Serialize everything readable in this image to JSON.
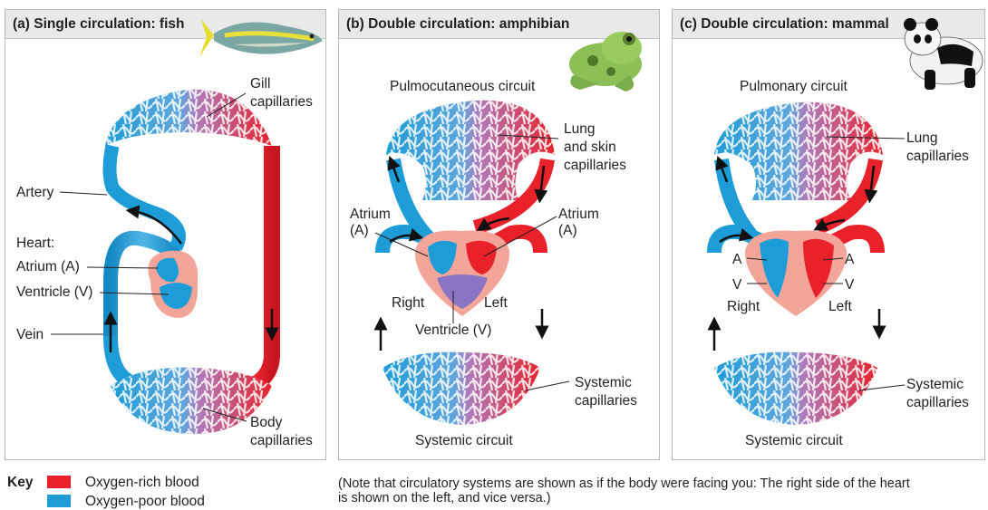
{
  "panels": [
    {
      "title": "(a) Single circulation: fish",
      "animal_icon": "fish-icon",
      "labels": {
        "gill": [
          "Gill",
          "capillaries"
        ],
        "artery": "Artery",
        "heart": "Heart:",
        "atrium": "Atrium (A)",
        "ventricle": "Ventricle (V)",
        "vein": "Vein",
        "body": [
          "Body",
          "capillaries"
        ]
      }
    },
    {
      "title": "(b) Double circulation: amphibian",
      "animal_icon": "frog-icon",
      "labels": {
        "circuit_top": "Pulmocutaneous circuit",
        "lung": [
          "Lung",
          "and skin",
          "capillaries"
        ],
        "atrium_left": [
          "Atrium",
          "(A)"
        ],
        "atrium_right": [
          "Atrium",
          "(A)"
        ],
        "right": "Right",
        "left": "Left",
        "ventricle": "Ventricle (V)",
        "systemic": [
          "Systemic",
          "capillaries"
        ],
        "circuit_bottom": "Systemic circuit"
      }
    },
    {
      "title": "(c) Double circulation: mammal",
      "animal_icon": "panda-icon",
      "labels": {
        "circuit_top": "Pulmonary circuit",
        "lung": [
          "Lung",
          "capillaries"
        ],
        "a_left": "A",
        "v_left": "V",
        "a_right": "A",
        "v_right": "V",
        "right": "Right",
        "left": "Left",
        "systemic": [
          "Systemic",
          "capillaries"
        ],
        "circuit_bottom": "Systemic circuit"
      }
    }
  ],
  "key": {
    "label": "Key",
    "items": [
      {
        "label": "Oxygen-rich blood",
        "color": "#e8212b"
      },
      {
        "label": "Oxygen-poor blood",
        "color": "#1e9cd7"
      }
    ]
  },
  "note": "(Note that circulatory systems are shown as if the body were facing you: The right side of the heart is shown on the left, and vice versa.)",
  "colors": {
    "blue": "#1e9cd7",
    "red": "#e8212b",
    "purple": "#8a74c4",
    "pink": "#f4a59a"
  }
}
